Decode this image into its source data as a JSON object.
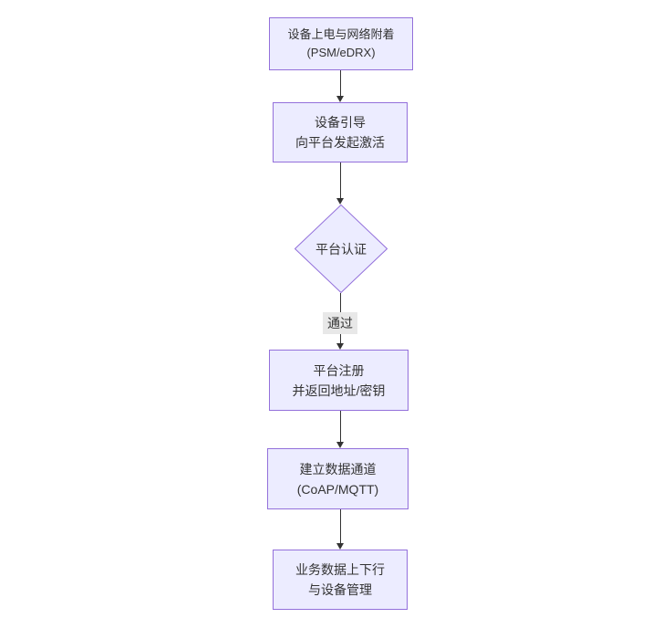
{
  "diagram": {
    "type": "flowchart-top-down",
    "colors": {
      "node_fill": "#ECECFF",
      "node_border": "#9370DB",
      "edge": "#333333",
      "edge_label_bg": "#e8e8e8",
      "text": "#333333",
      "background": "#ffffff"
    },
    "nodes": [
      {
        "id": "power-on",
        "type": "rect",
        "lines": [
          "设备上电与网络附着",
          "(PSM/eDRX)"
        ]
      },
      {
        "id": "bootstrap",
        "type": "rect",
        "lines": [
          "设备引导",
          "向平台发起激活"
        ]
      },
      {
        "id": "platform-auth",
        "type": "diamond",
        "lines": [
          "平台认证"
        ]
      },
      {
        "id": "register",
        "type": "rect",
        "lines": [
          "平台注册",
          "并返回地址/密钥"
        ]
      },
      {
        "id": "data-channel",
        "type": "rect",
        "lines": [
          "建立数据通道",
          "(CoAP/MQTT)"
        ]
      },
      {
        "id": "business-data",
        "type": "rect",
        "lines": [
          "业务数据上下行",
          "与设备管理"
        ]
      }
    ],
    "edges": [
      {
        "from": "power-on",
        "to": "bootstrap",
        "label": ""
      },
      {
        "from": "bootstrap",
        "to": "platform-auth",
        "label": ""
      },
      {
        "from": "platform-auth",
        "to": "register",
        "label": "通过"
      },
      {
        "from": "register",
        "to": "data-channel",
        "label": ""
      },
      {
        "from": "data-channel",
        "to": "business-data",
        "label": ""
      }
    ]
  }
}
